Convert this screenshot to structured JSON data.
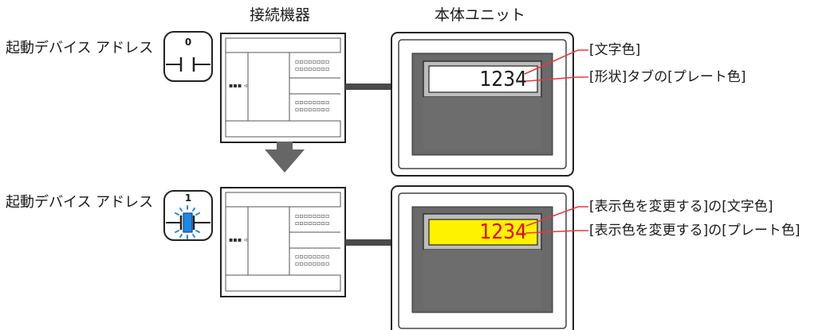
{
  "headings": {
    "connected_device": "接続機器",
    "main_unit": "本体ユニット"
  },
  "before": {
    "trigger_label": "起動デバイス アドレス",
    "trigger_value": "0",
    "display_value": "1234",
    "text_color": "#1a1a1a",
    "plate_color": "#ffffff",
    "annotation_text_color": "[文字色]",
    "annotation_plate_color": "[形状]タブの[プレート色]"
  },
  "after": {
    "trigger_label": "起動デバイス アドレス",
    "trigger_value": "1",
    "display_value": "1234",
    "text_color": "#e60012",
    "plate_color": "#fff200",
    "annotation_text_color": "[表示色を変更する]の[文字色]",
    "annotation_plate_color": "[表示色を変更する]の[プレート色]"
  },
  "colors": {
    "leader_line": "#e8383d",
    "arrow": "#666666",
    "lamp": "#1e88e5"
  }
}
